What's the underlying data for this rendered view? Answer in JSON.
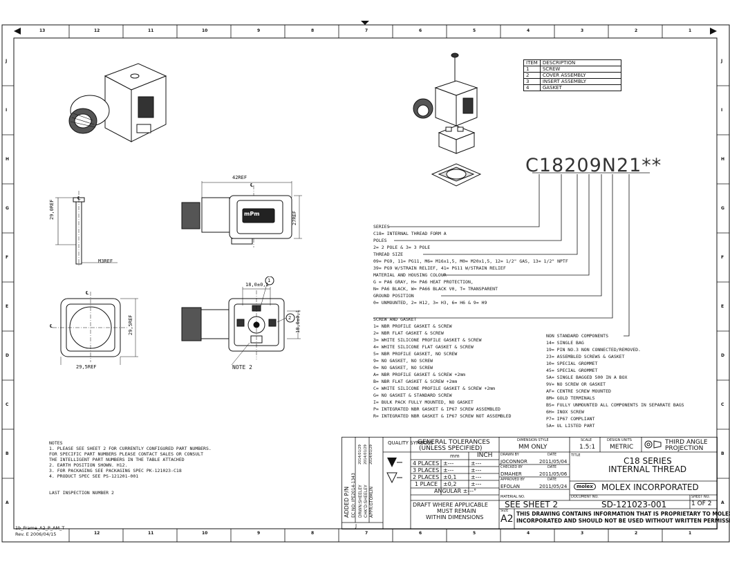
{
  "zones_top": [
    "13",
    "12",
    "11",
    "10",
    "9",
    "8",
    "7",
    "6",
    "5",
    "4",
    "3",
    "2",
    "1"
  ],
  "zones_bottom": [
    "12",
    "11",
    "10",
    "9",
    "8",
    "7",
    "6",
    "5",
    "4",
    "3",
    "2",
    "1"
  ],
  "zones_side": [
    "J",
    "I",
    "H",
    "G",
    "F",
    "E",
    "D",
    "C",
    "B",
    "A"
  ],
  "items_table": {
    "headers": [
      "ITEM",
      "DESCRIPTION"
    ],
    "rows": [
      [
        "1",
        "SCREW"
      ],
      [
        "2",
        "COVER ASSEMBLY"
      ],
      [
        "3",
        "INSERT ASSEMBLY"
      ],
      [
        "4",
        "GASKET"
      ]
    ]
  },
  "part_number": "C18209N21**",
  "brand_label": "mPm",
  "dimensions": {
    "d42": "42REF",
    "d29": "29,0REF",
    "d27": "27REF",
    "m3": "M3REF",
    "d18w": "18,0±0,1",
    "d18h": "18,0±0,1",
    "d295h": "29,5REF",
    "d295w": "29,5REF",
    "note2": "NOTE 2",
    "callout1": "1",
    "callout2": "2",
    "cl": "℄"
  },
  "legend": [
    "SERIES",
    "C18= INTERNAL THREAD FORM A",
    "POLES",
    "2= 2 POLE & 3= 3 POLE",
    "THREAD SIZE",
    "09= PG9, 11= PG11, M6= M16x1,5, M0= M20x1,5, 12= 1/2\" GAS, 13= 1/2\" NPTF",
    "39= PG9 W/STRAIN RELIEF, 41= PG11 W/STRAIN RELIEF",
    "MATERIAL AND HOUSING COLOUR",
    "G = PA6 GRAY, H= PA6 HEAT PROTECTION,",
    "N= PA6 BLACK, W= PA66 BLACK V0, T= TRANSPARENT",
    "GROUND POSITION",
    "0= UNMOUNTED, 2= H12, 3= H3, 6= H6 & 9= H9"
  ],
  "gasket_legend": [
    "SCREW AND GASKET",
    "1= NBR PROFILE GASKET & SCREW",
    "2= NBR FLAT GASKET & SCREW",
    "3= WHITE SILICONE PROFILE GASKET & SCREW",
    "4= WHITE SILICONE FLAT GASKET & SCREW",
    "5= NBR PROFILE GASKET, NO SCREW",
    "9= NO GASKET, NO SCREW",
    "0= NO GASKET, NO SCREW",
    "A= NBR PROFILE GASKET & SCREW +2mm",
    "B= NBR FLAT GASKET & SCREW +2mm",
    "C= WHITE SILICONE PROFILE GASKET & SCREW +2mm",
    "G= NO GASKET & STANDARD SCREW",
    "I= BULK PACK FULLY MOUNTED, NO GASKET",
    "P= INTEGRATED NBR GASKET & IP67 SCREW ASSEMBLED",
    "R= INTEGRATED NBR GASKET & IP67 SCREW NOT ASSEMBLED"
  ],
  "nonstandard": [
    "NON STANDARD COMPONENTS",
    "14= SINGLE BAG",
    "19= PIN NO.3 NON CONNECTED/REMOVED.",
    "23= ASSEMBLED SCREWS & GASKET",
    "10= SPECIAL GROMMET",
    "45= SPECIAL GROMMET",
    "5A= SINGLE BAGGED 500 IN A BOX",
    "9V= NO SCREW OR GASKET",
    "AF= CENTRE SCREW MOUNTED",
    "8M= GOLD TERMINALS",
    "BS= FULLY UNMOUNTED ALL COMPONENTS IN SEPARATE BAGS",
    "6H= INOX SCREW",
    "P7= IP67 COMPLIANT",
    "5A= UL LISTED PART"
  ],
  "notes": [
    "NOTES",
    "1. PLEASE SEE SHEET 2 FOR CURRENTLY CONFIGURED PART NUMBERS.",
    "   FOR SPECIFIC PART NUMBERS PLEASE CONTACT SALES OR CONSULT",
    "   THE INTELLIGENT PART NUMBERS IN THE TABLE ATTACHED",
    "2. EARTH POSITION SHOWN. H12.",
    "3. FOR PACKAGING SEE PACKAGING SPEC PK-121023-C18",
    "4. PRODUCT SPEC SEE PS-121201-001",
    "",
    "LAST INSPECTION NUMBER 2"
  ],
  "title_block": {
    "vertical_labels": [
      "ADDED P/N",
      "EC NO: IPE2014-1343",
      "DRWN:SHEELEY",
      "CHK'D:SHEELEY",
      "APPR:GTOMLIN"
    ],
    "vertical_dates": [
      "2014/01/29",
      "2014/01/29",
      "2014/01/29"
    ],
    "rev": "J",
    "quality_symbols": "QUALITY SYMBOLS",
    "tolerances_title": "GENERAL TOLERANCES",
    "tolerances_sub": "(UNLESS SPECIFIED)",
    "mm": "mm",
    "inch": "INCH",
    "tol_rows": [
      "4 PLACES",
      "3 PLACES",
      "2 PLACES",
      "1 PLACE"
    ],
    "tol_mm": [
      "±---",
      "±---",
      "±0,1",
      "±0,2"
    ],
    "tol_inch": [
      "±---",
      "±---",
      "±---",
      "±---"
    ],
    "angular": "ANGULAR ±---°",
    "draft": "DRAFT WHERE APPLICABLE",
    "must_remain": "MUST REMAIN",
    "within": "WITHIN DIMENSIONS",
    "dim_style_label": "DIMENSION STYLE",
    "dim_style": "MM ONLY",
    "scale_label": "SCALE",
    "scale": "1.5:1",
    "design_units_label": "DESIGN UNITS",
    "design_units": "METRIC",
    "projection": "THIRD ANGLE PROJECTION",
    "drawn_by_label": "DRAWN BY",
    "drawn_by": "JOCONNOR",
    "drawn_date": "2011/05/04",
    "checked_by_label": "CHECKED BY",
    "checked_by": "DMAHER",
    "checked_date": "2011/05/06",
    "approved_by_label": "APPROVED BY",
    "approved_by": "EFOLAN",
    "approved_date": "2011/05/24",
    "date_label": "DATE",
    "title_label": "TITLE",
    "title1": "C18 SERIES",
    "title2": "INTERNAL THREAD",
    "company": "MOLEX INCORPORATED",
    "logo": "molex",
    "material_label": "MATERIAL NO.",
    "material": "SEE SHEET 2",
    "doc_label": "DOCUMENT NO.",
    "doc": "SD-121023-001",
    "sheet_label": "SHEET NO.",
    "sheet": "1 OF 2",
    "size_label": "SIZE",
    "size": "A2",
    "proprietary1": "THIS DRAWING CONTAINS INFORMATION THAT IS PROPRIETARY TO MOLEX",
    "proprietary2": "INCORPORATED AND SHOULD NOT BE USED WITHOUT WRITTEN PERMISSION"
  },
  "frame_label1": "1b_Frame_A2_P_AM_T",
  "frame_label2": "Rev. E 2006/04/15"
}
